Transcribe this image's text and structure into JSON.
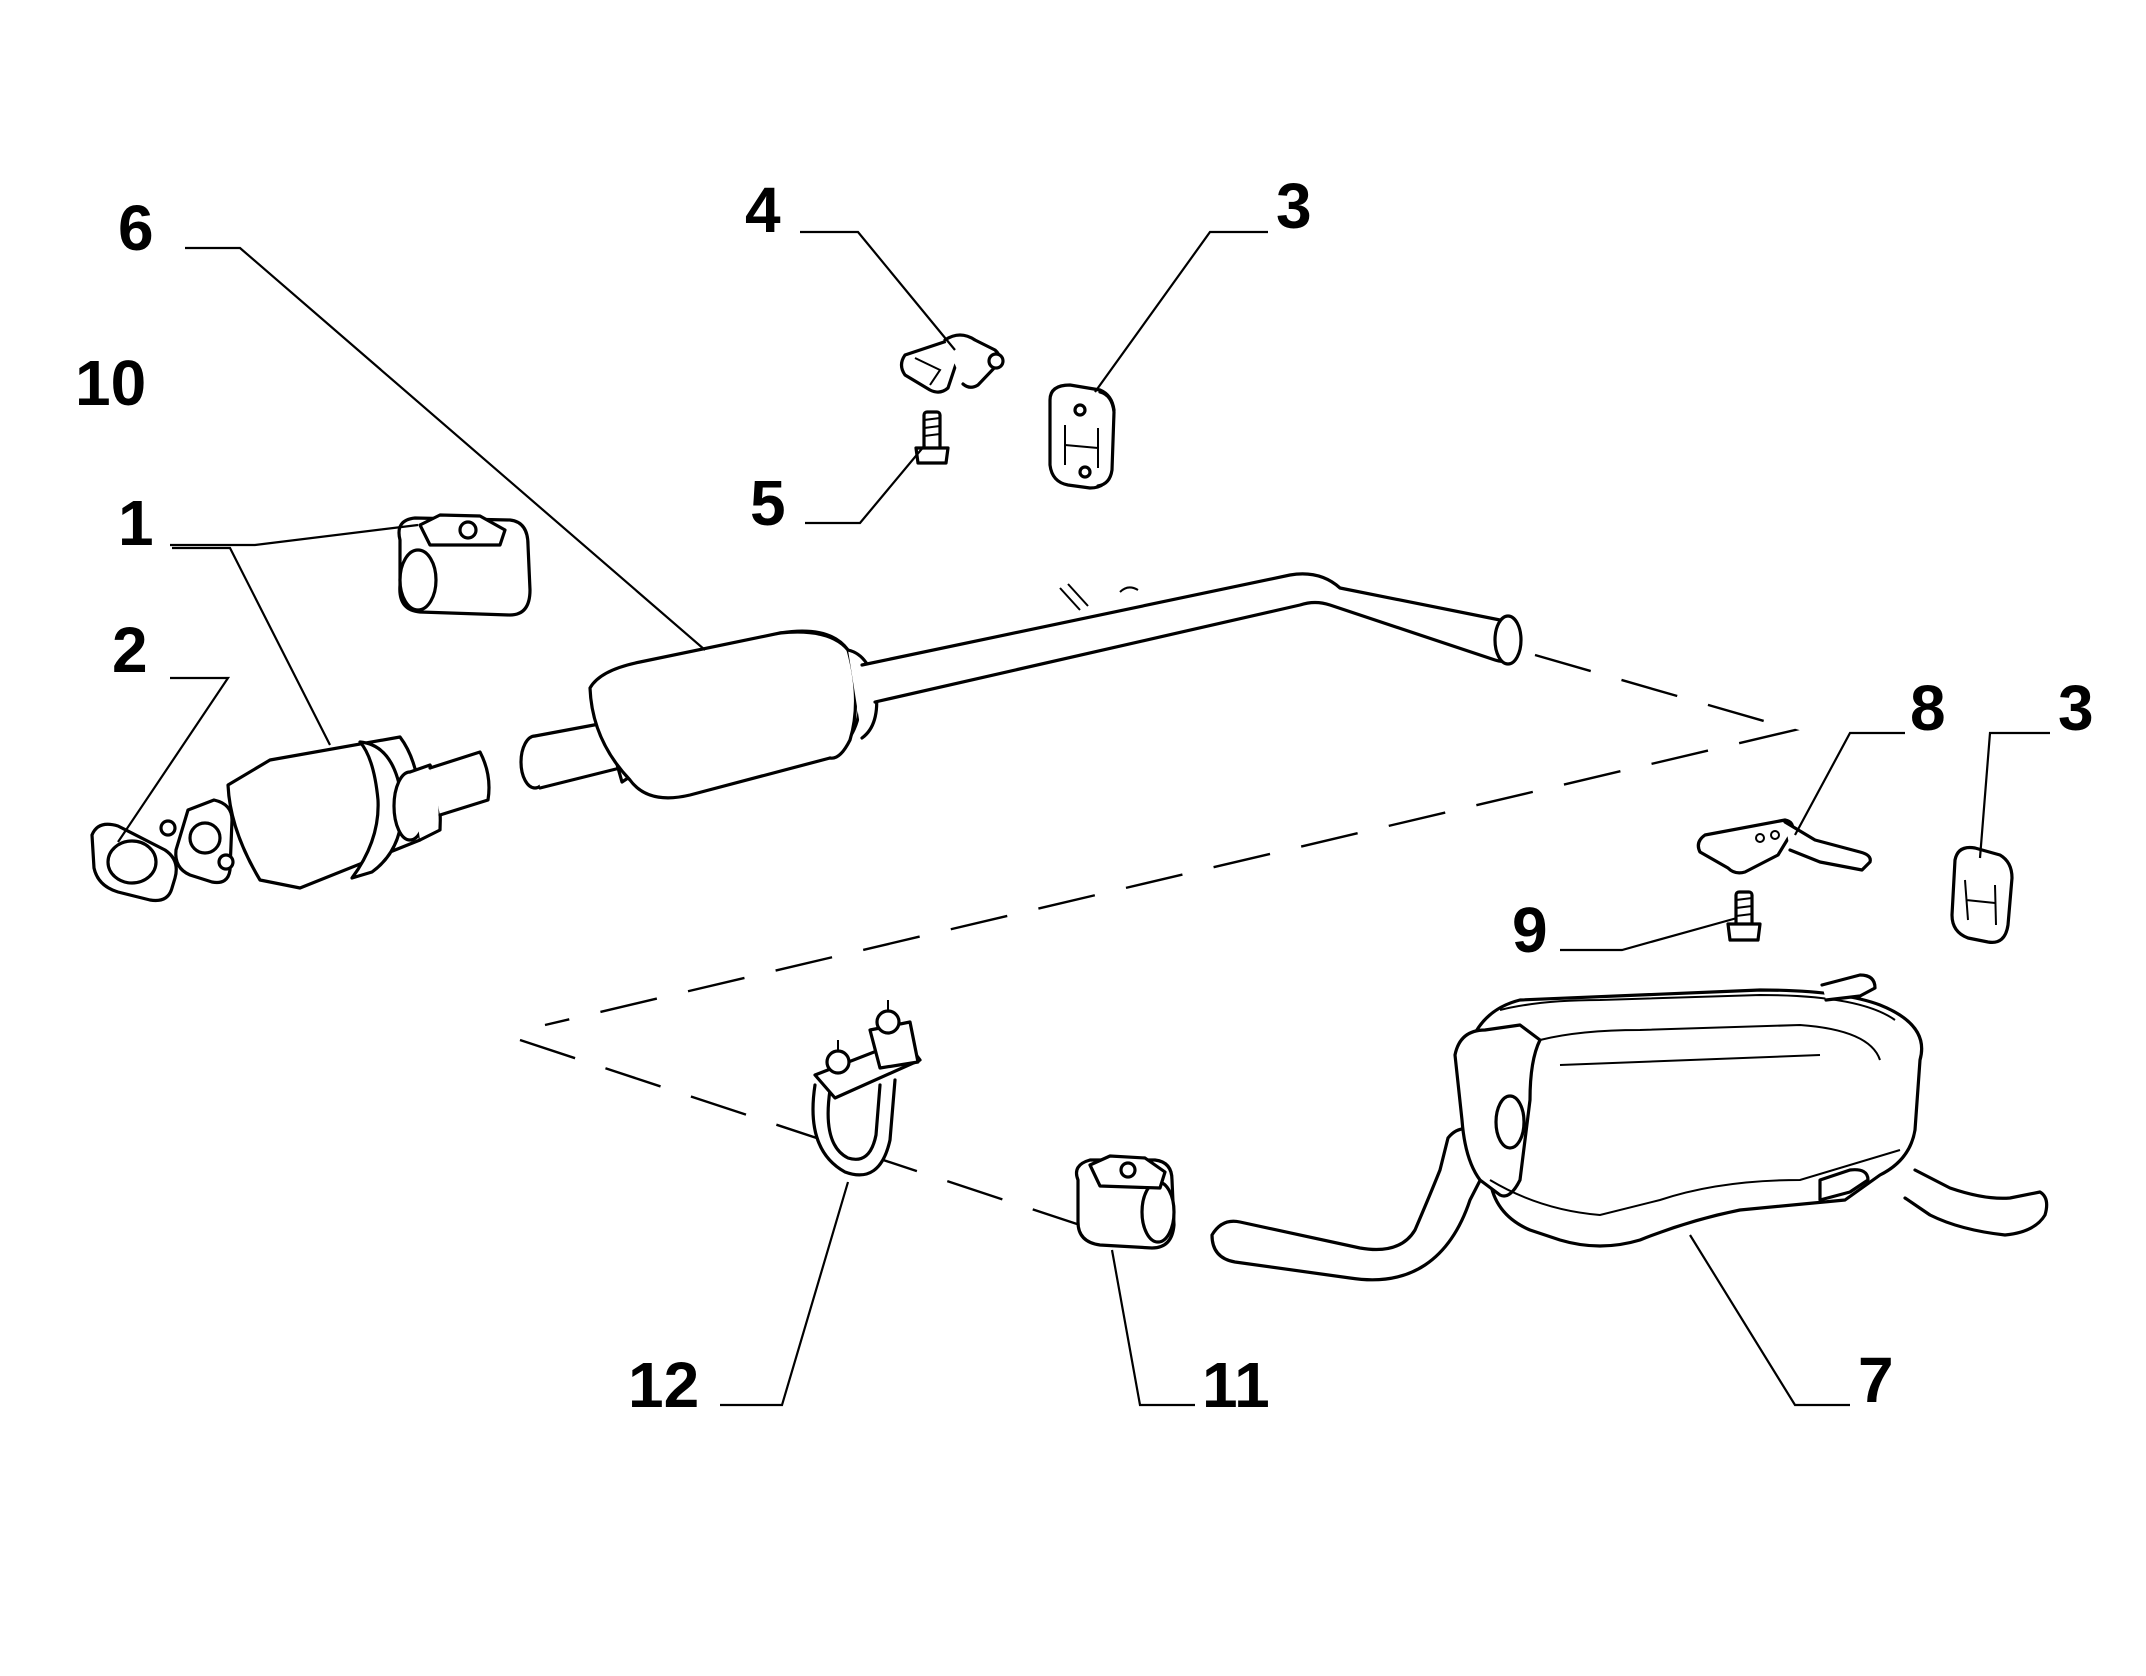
{
  "callouts": [
    {
      "id": "c1",
      "label": "1"
    },
    {
      "id": "c2",
      "label": "2"
    },
    {
      "id": "c3a",
      "label": "3"
    },
    {
      "id": "c3b",
      "label": "3"
    },
    {
      "id": "c4",
      "label": "4"
    },
    {
      "id": "c5",
      "label": "5"
    },
    {
      "id": "c6",
      "label": "6"
    },
    {
      "id": "c7",
      "label": "7"
    },
    {
      "id": "c8",
      "label": "8"
    },
    {
      "id": "c9",
      "label": "9"
    },
    {
      "id": "c10",
      "label": "10"
    },
    {
      "id": "c11",
      "label": "11"
    },
    {
      "id": "c12",
      "label": "12"
    }
  ]
}
